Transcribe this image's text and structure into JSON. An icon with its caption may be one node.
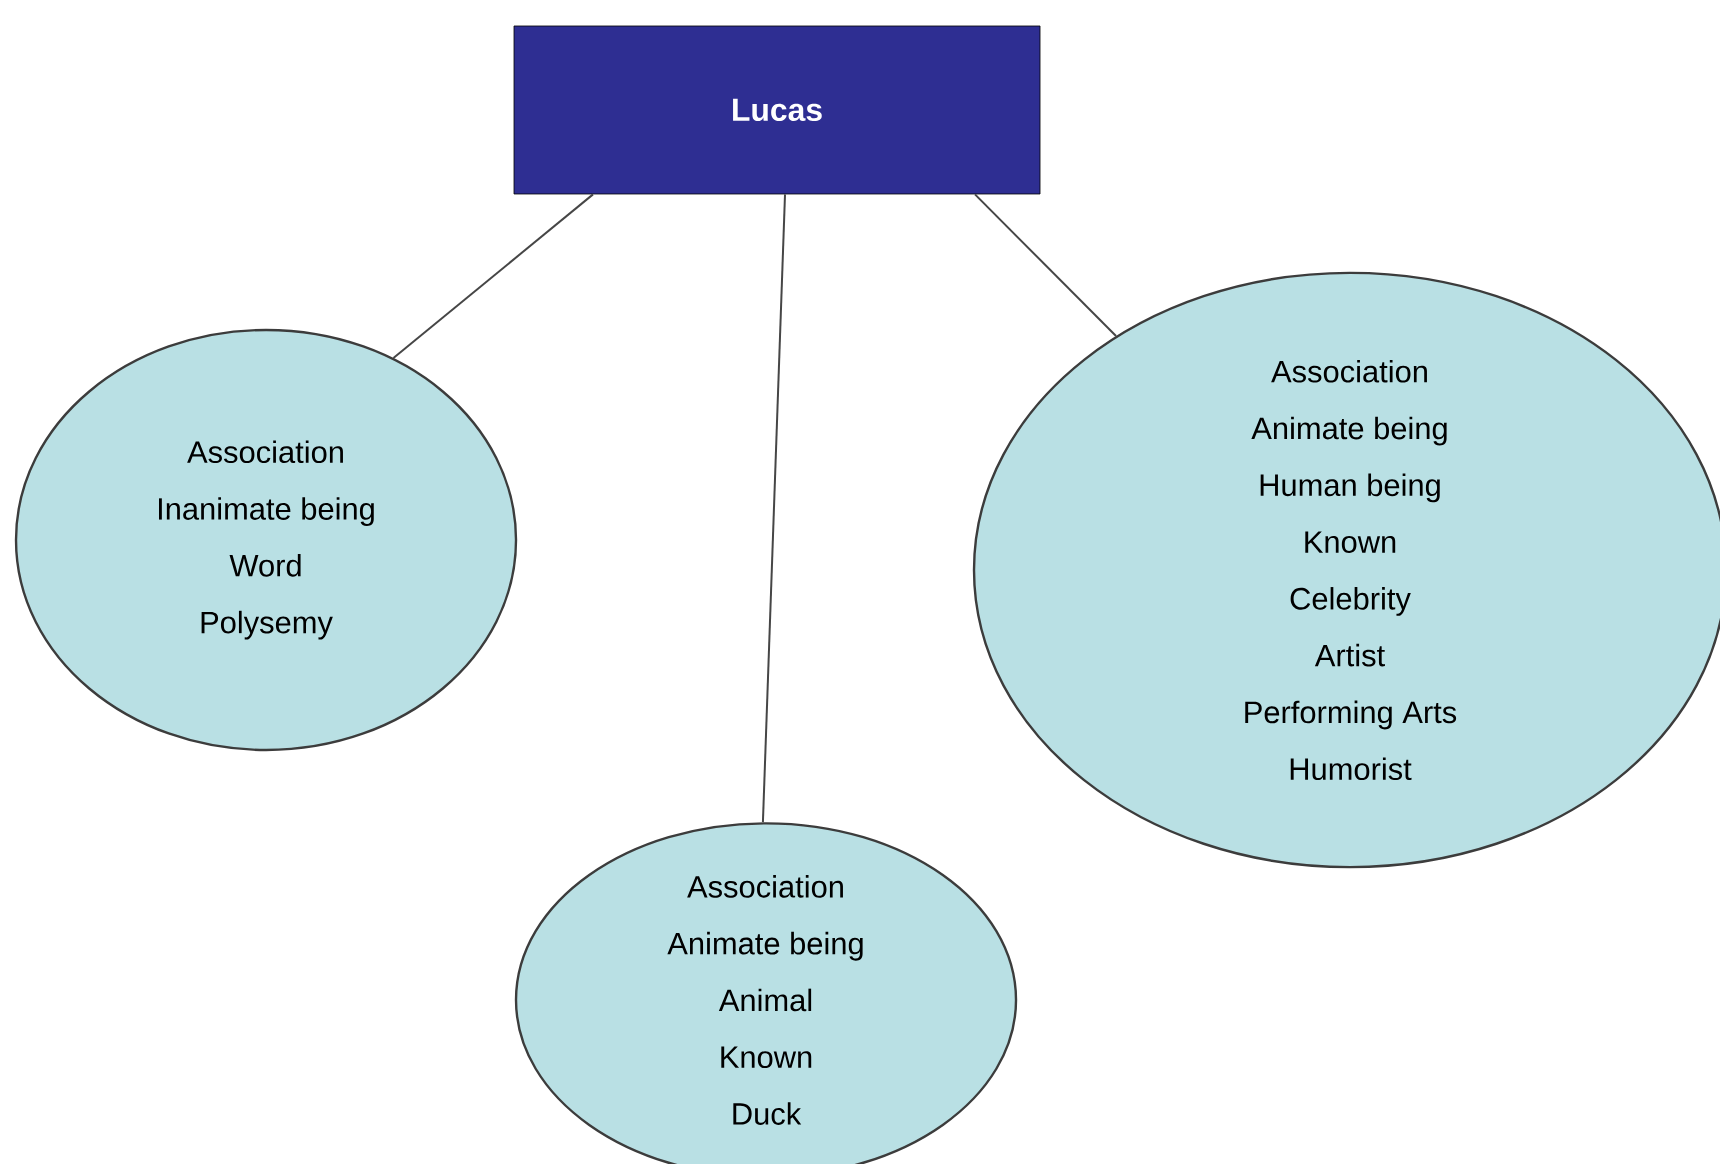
{
  "diagram": {
    "nodes": [
      {
        "text": [
          "Lucas"
        ]
      },
      {
        "text": [
          "Association",
          "Inanimate being",
          "Word",
          "Polysemy"
        ]
      },
      {
        "text": [
          "Association",
          "Animate being",
          "Animal",
          "Known",
          "Duck"
        ]
      },
      {
        "text": [
          "Association",
          "Animate being",
          "Human being",
          "Known",
          "Celebrity",
          "Artist",
          "Performing Arts",
          "Humorist"
        ]
      }
    ],
    "edges": [
      {
        "from": 0,
        "to": 1,
        "arrow": "none"
      },
      {
        "from": 0,
        "to": 2,
        "arrow": "none"
      },
      {
        "from": 0,
        "to": 3,
        "arrow": "none"
      }
    ]
  }
}
